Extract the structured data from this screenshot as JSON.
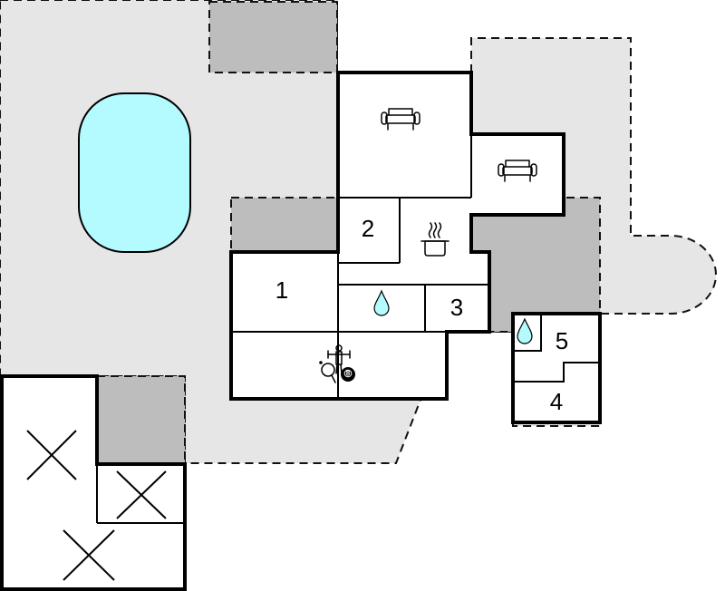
{
  "floorplan": {
    "rooms": [
      {
        "id": "room-1",
        "label": "1"
      },
      {
        "id": "room-2",
        "label": "2"
      },
      {
        "id": "room-3",
        "label": "3"
      },
      {
        "id": "room-4",
        "label": "4"
      },
      {
        "id": "room-5",
        "label": "5"
      }
    ],
    "icons": {
      "sofa": "sofa-icon",
      "cooking_pot": "cooking-pot-icon",
      "water_drop": "water-drop-icon",
      "table_tennis": "table-tennis-icon",
      "table_football": "table-football-icon",
      "billiard_ball": "billiard-ball-icon",
      "cross": "cross-mark-icon"
    },
    "billiard_ball_number": "8",
    "colors": {
      "pool": "#b3fbff",
      "terrace": "#e6e6e6",
      "covered_area": "#bdbdbd",
      "walls": "#000000"
    }
  }
}
